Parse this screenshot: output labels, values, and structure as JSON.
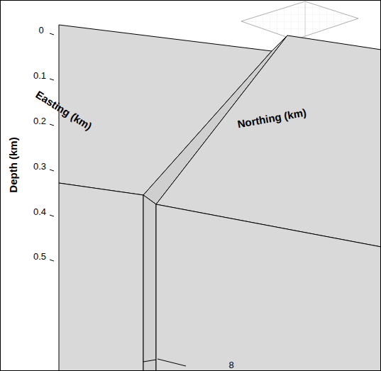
{
  "diagram": {
    "labels": [
      "0",
      "0.1",
      "0.2",
      "0.3",
      "0.4",
      "0.5",
      "Depth (km)",
      "Easting (km)",
      "Northing (km)",
      "8"
    ]
  }
}
